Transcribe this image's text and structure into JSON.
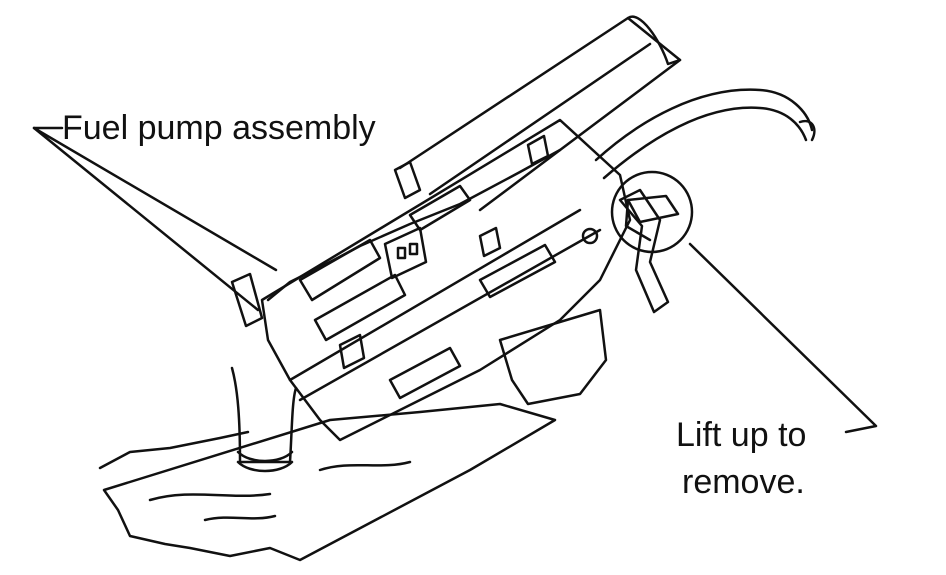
{
  "labels": {
    "fuel_pump_assembly": "Fuel pump assembly",
    "lift_line1": "Lift up to",
    "lift_line2": "remove."
  }
}
